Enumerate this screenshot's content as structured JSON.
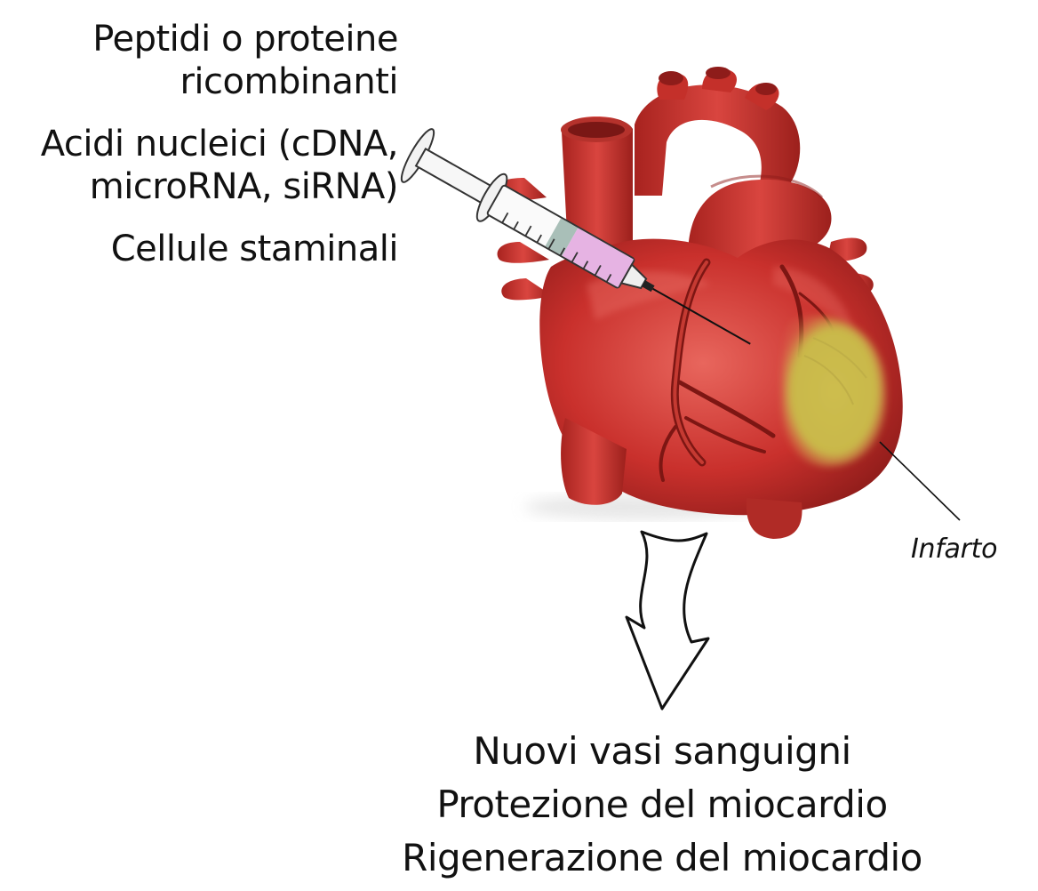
{
  "therapies": {
    "line1": "Peptidi o proteine",
    "line2": "ricombinanti",
    "line3": "Acidi nucleici (cDNA,",
    "line4": "microRNA, siRNA)",
    "line5": "Cellule staminali"
  },
  "infarct_label": "Infarto",
  "outcomes": {
    "line1": "Nuovi vasi sanguigni",
    "line2": "Protezione del miocardio",
    "line3": "Rigenerazione del miocardio"
  },
  "colors": {
    "heart": "#c9302c",
    "heart_dark": "#8e1c1a",
    "heart_light": "#e8665d",
    "infarct": "#c9b84a",
    "syringe_liquid": "#e6b3e3"
  },
  "icons": {
    "heart": "heart-illustration",
    "syringe": "syringe-icon",
    "arrow": "down-arrow-icon"
  }
}
